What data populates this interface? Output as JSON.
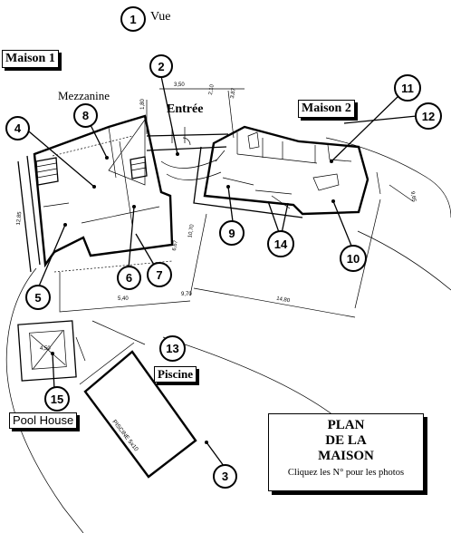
{
  "labels": {
    "vue": "Vue",
    "maison1": "Maison 1",
    "maison2": "Maison 2",
    "mezzanine": "Mezzanine",
    "entree": "Entrée",
    "piscine": "Piscine",
    "pool_house": "Pool House",
    "piscine_dims": "PISCINE 5x10",
    "pool_house_inner": "4,50"
  },
  "dimensions": {
    "d1": "3,50",
    "d2": "1,80",
    "d3": "3,87",
    "d4": "2,10",
    "d5": "12,85",
    "d6": "5,40",
    "d7": "6,67",
    "d8": "9,70",
    "d9": "14,80",
    "d10": "9,65",
    "d11": "10,70"
  },
  "legend": {
    "line1": "PLAN",
    "line2": "DE LA",
    "line3": "MAISON",
    "subtitle": "Cliquez les N° pour les photos"
  },
  "markers": [
    "1",
    "2",
    "3",
    "4",
    "5",
    "6",
    "7",
    "8",
    "9",
    "10",
    "11",
    "12",
    "13",
    "14",
    "15"
  ]
}
